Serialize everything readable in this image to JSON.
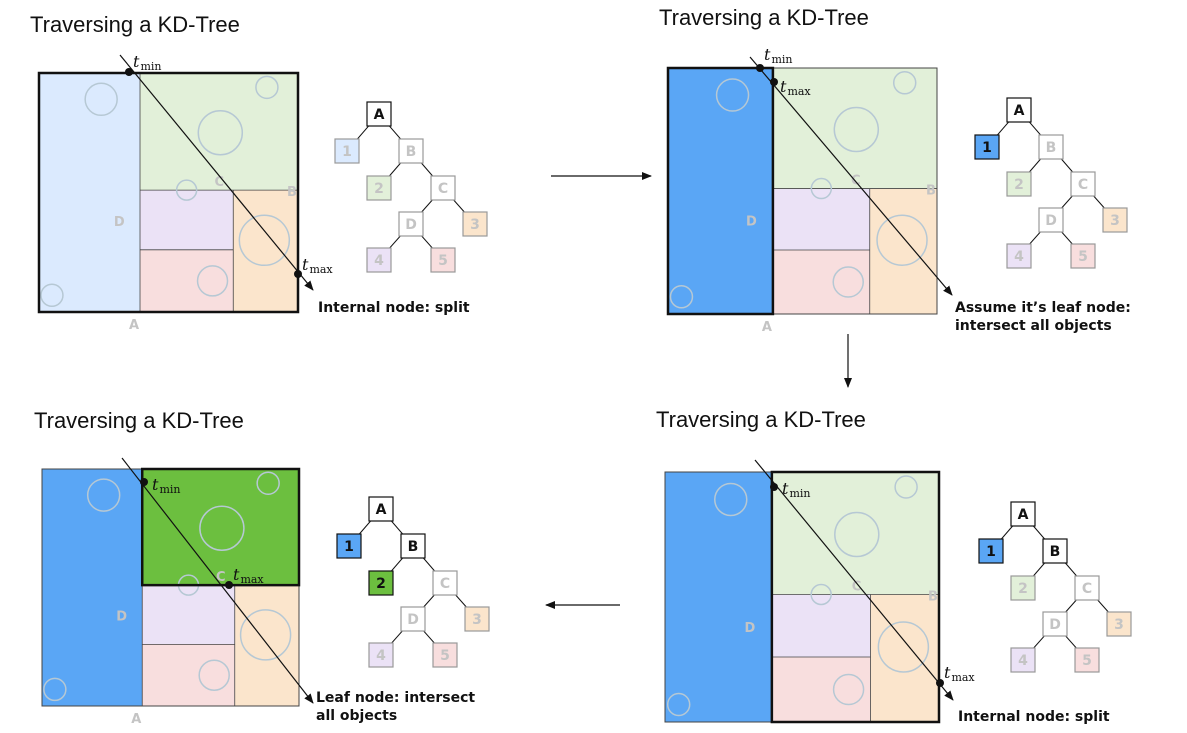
{
  "colors": {
    "region1": "#dbeafe",
    "region1_active": "#5aa6f5",
    "region2": "#e2f0d9",
    "region2_active": "#6cbf3f",
    "region3": "#fbe5cc",
    "region4": "#ebe2f6",
    "region5": "#f8dede",
    "circle": "#b6c8d4",
    "split_label": "#c4c4c4"
  },
  "panels": [
    {
      "title": "Traversing a KD-Tree",
      "caption": [
        "Internal node: split"
      ],
      "highlight": "A",
      "t_min": {
        "label": "t",
        "sub": "min"
      },
      "t_max": {
        "label": "t",
        "sub": "max"
      },
      "split_labels": {
        "A": "A",
        "B": "B",
        "C": "C",
        "D": "D"
      },
      "tree": {
        "A": "A",
        "B": "B",
        "C": "C",
        "D": "D",
        "1": "1",
        "2": "2",
        "3": "3",
        "4": "4",
        "5": "5"
      },
      "active": [
        "A"
      ],
      "filled": []
    },
    {
      "title": "Traversing a KD-Tree",
      "caption": [
        "Assume it’s leaf node:",
        "intersect all objects"
      ],
      "highlight": "1",
      "t_min": {
        "label": "t",
        "sub": "min"
      },
      "t_max": {
        "label": "t",
        "sub": "max"
      },
      "split_labels": {
        "A": "A",
        "B": "B",
        "C": "C",
        "D": "D"
      },
      "tree": {
        "A": "A",
        "B": "B",
        "C": "C",
        "D": "D",
        "1": "1",
        "2": "2",
        "3": "3",
        "4": "4",
        "5": "5"
      },
      "active": [
        "A",
        "1"
      ],
      "filled": [
        "1"
      ]
    },
    {
      "title": "Traversing a KD-Tree",
      "caption": [
        "Internal node: split"
      ],
      "highlight": "B",
      "t_min": {
        "label": "t",
        "sub": "min"
      },
      "t_max": {
        "label": "t",
        "sub": "max"
      },
      "split_labels": {
        "A": "",
        "B": "B",
        "C": "C",
        "D": "D"
      },
      "tree": {
        "A": "A",
        "B": "B",
        "C": "C",
        "D": "D",
        "1": "1",
        "2": "2",
        "3": "3",
        "4": "4",
        "5": "5"
      },
      "active": [
        "A",
        "1",
        "B"
      ],
      "filled": [
        "1"
      ]
    },
    {
      "title": "Traversing a KD-Tree",
      "caption": [
        "Leaf node: intersect",
        "all objects"
      ],
      "highlight": "2",
      "t_min": {
        "label": "t",
        "sub": "min"
      },
      "t_max": {
        "label": "t",
        "sub": "max"
      },
      "split_labels": {
        "A": "A",
        "B": "",
        "C": "C",
        "D": "D"
      },
      "tree": {
        "A": "A",
        "B": "B",
        "C": "C",
        "D": "D",
        "1": "1",
        "2": "2",
        "3": "3",
        "4": "4",
        "5": "5"
      },
      "active": [
        "A",
        "1",
        "B",
        "2"
      ],
      "filled": [
        "1",
        "2"
      ]
    }
  ]
}
